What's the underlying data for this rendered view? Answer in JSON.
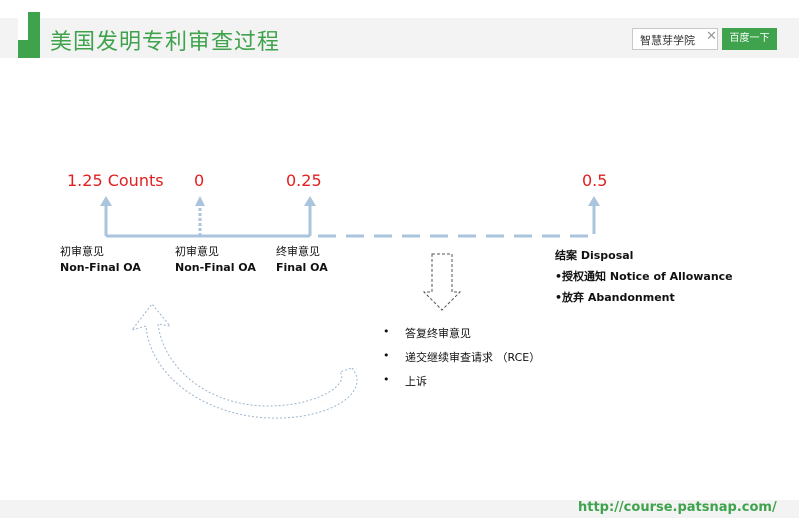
{
  "header": {
    "title": "美国发明专利审查过程"
  },
  "search": {
    "value": "智慧芽学院",
    "button_label": "百度一下"
  },
  "counts": [
    "1.25 Counts",
    "0",
    "0.25",
    "0.5"
  ],
  "stages": [
    {
      "cn": "初审意见",
      "en": "Non-Final OA"
    },
    {
      "cn": "初审意见",
      "en": "Non-Final OA"
    },
    {
      "cn": "终审意见",
      "en": "Final OA"
    }
  ],
  "disposal": {
    "title": "结案 Disposal",
    "items": [
      "•授权通知 Notice of Allowance",
      "•放弃 Abandonment"
    ]
  },
  "responses": {
    "bullet": "•",
    "items": [
      "答复终审意见",
      "递交继续审查请求 （RCE）",
      "上诉"
    ]
  },
  "footer": {
    "url": "http://course.patsnap.com/"
  },
  "colors": {
    "accent": "#3fa34d",
    "count_red": "#e02020",
    "arrow_blue": "#a9c4dc"
  }
}
